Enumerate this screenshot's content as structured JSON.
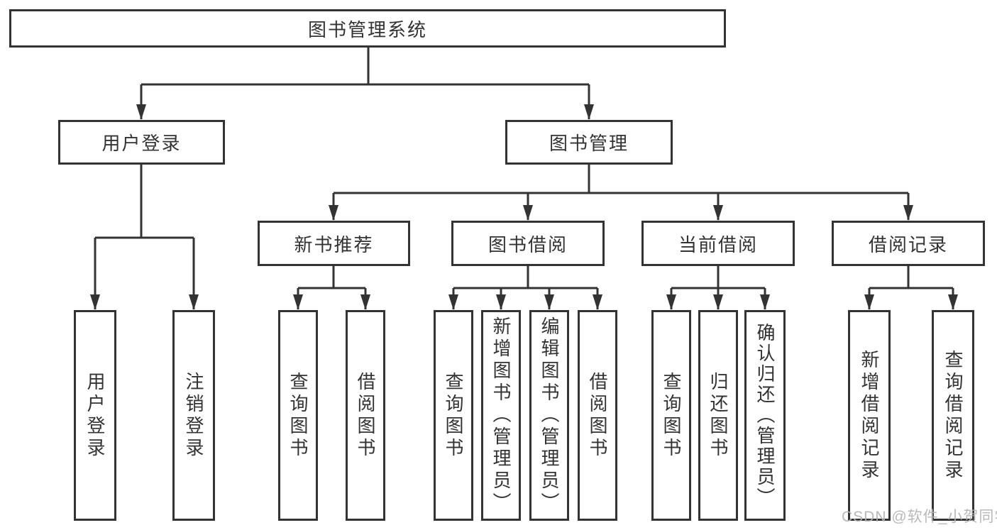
{
  "diagram_type": "function-structure-tree",
  "tree": {
    "root": {
      "label": "图书管理系统"
    },
    "branches": [
      {
        "label": "用户登录",
        "children": [
          {
            "label": "用户登录"
          },
          {
            "label": "注销登录"
          }
        ]
      },
      {
        "label": "图书管理",
        "children": [
          {
            "label": "新书推荐",
            "children": [
              {
                "label": "查询图书"
              },
              {
                "label": "借阅图书"
              }
            ]
          },
          {
            "label": "图书借阅",
            "children": [
              {
                "label": "查询图书"
              },
              {
                "label": "新增图书（管理员）"
              },
              {
                "label": "编辑图书（管理员）"
              },
              {
                "label": "借阅图书"
              }
            ]
          },
          {
            "label": "当前借阅",
            "children": [
              {
                "label": "查询图书"
              },
              {
                "label": "归还图书"
              },
              {
                "label": "确认归还（管理员）"
              }
            ]
          },
          {
            "label": "借阅记录",
            "children": [
              {
                "label": "新增借阅记录"
              },
              {
                "label": "查询借阅记录"
              }
            ]
          }
        ]
      }
    ]
  },
  "watermark": {
    "text": "CSDN @软件_小贺同学",
    "color": "#b4b4b4"
  },
  "colors": {
    "line": "#333333",
    "box_border": "#333333",
    "text": "#333333",
    "background": "#ffffff"
  }
}
